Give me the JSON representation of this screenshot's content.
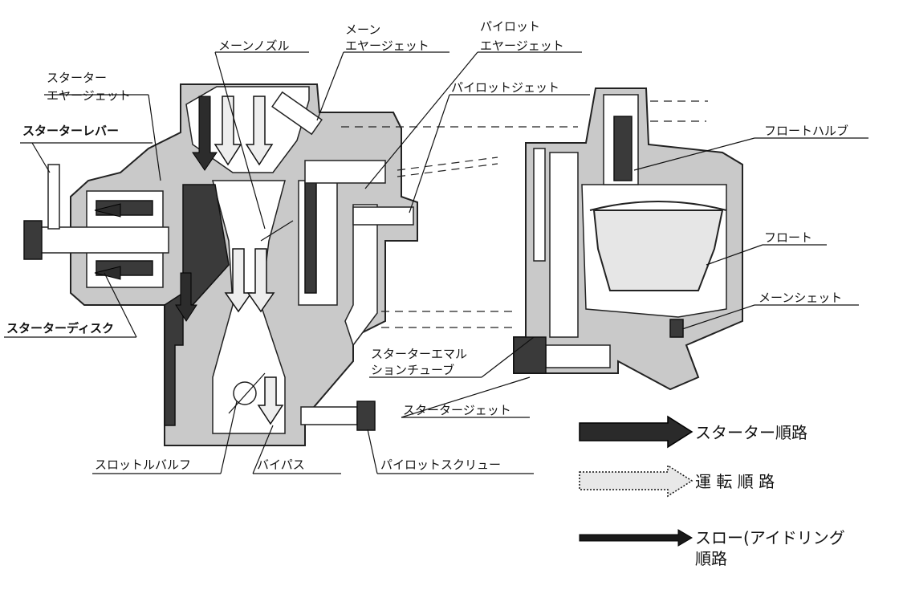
{
  "labels": {
    "main_nozzle": "メーンノズル",
    "main_air_jet_1": "メーン",
    "main_air_jet_2": "エヤージェット",
    "pilot_air_jet_1": "パイロット",
    "pilot_air_jet_2": "エヤージェット",
    "pilot_jet": "パイロットジェット",
    "starter_air_jet_1": "スターター",
    "starter_air_jet_2": "エヤージェット",
    "starter_lever": "スターターレバー",
    "float_valve": "フロートハルブ",
    "float": "フロート",
    "main_jet": "メーンシェット",
    "starter_disk": "スターターディスク",
    "starter_emulsion_1": "スターターエマル",
    "starter_emulsion_2": "ションチューブ",
    "starter_jet": "スタータージェット",
    "throttle_valve": "スロットルバルフ",
    "bypass": "バイパス",
    "pilot_screw": "パイロットスクリュー"
  },
  "legend": {
    "starter_route": "スターター順路",
    "running_route": "運 転  順 路",
    "slow_route_1": "スロー(アイドリング",
    "slow_route_2": "順路"
  },
  "colors": {
    "body": "#c9c9c9",
    "dark_flow": "#3a3a3a",
    "line": "#111111"
  }
}
